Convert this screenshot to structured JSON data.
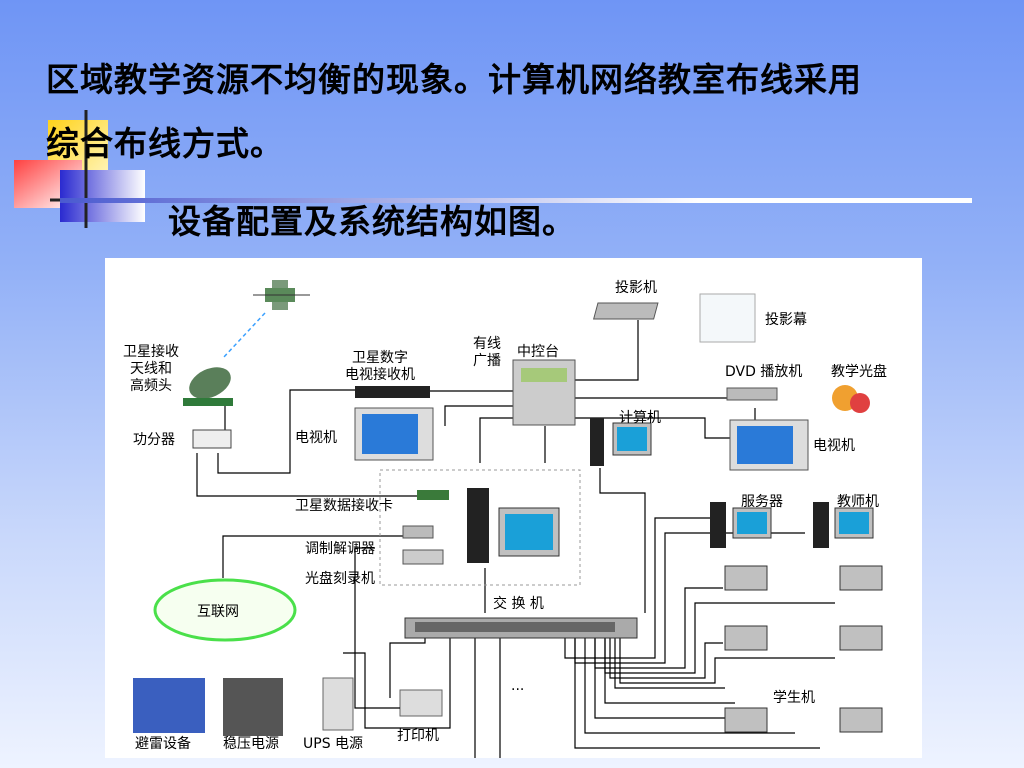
{
  "slide": {
    "paragraph_line1": "区域教学资源不均衡的现象。计算机网络教室布线采用",
    "paragraph_line2": "综合布线方式。",
    "subtitle": "设备配置及系统结构如图。"
  },
  "diagram": {
    "labels": {
      "satellite_antenna": "卫星接收\n天线和\n高频头",
      "splitter": "功分器",
      "sat_tv_receiver": "卫星数字\n电视接收机",
      "tv1": "电视机",
      "wired_broadcast": "有线\n广播",
      "central_console": "中控台",
      "projector": "投影机",
      "screen": "投影幕",
      "dvd": "DVD 播放机",
      "teaching_disc": "教学光盘",
      "computer": "计算机",
      "tv2": "电视机",
      "sat_data_card": "卫星数据接收卡",
      "modem": "调制解调器",
      "cd_burner": "光盘刻录机",
      "internet": "互联网",
      "server": "服务器",
      "teacher_pc": "教师机",
      "switch": "交 换 机",
      "student_pc": "学生机",
      "lightning": "避雷设备",
      "regulator": "稳压电源",
      "ups": "UPS 电源",
      "printer": "打印机",
      "ellipsis": "..."
    }
  }
}
